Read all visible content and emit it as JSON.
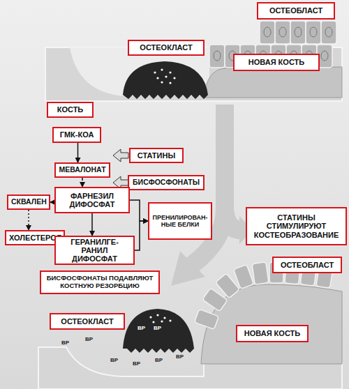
{
  "diagram": {
    "nodes": [
      {
        "text": [
          "ОСТЕОБЛАСТ"
        ]
      },
      {
        "text": [
          "ОСТЕОКЛАСТ"
        ]
      },
      {
        "text": [
          "НОВАЯ КОСТЬ"
        ]
      },
      {
        "text": [
          "КОСТЬ"
        ]
      },
      {
        "text": [
          "ГМК-КОА"
        ]
      },
      {
        "text": [
          "СТАТИНЫ"
        ]
      },
      {
        "text": [
          "МЕВАЛОНАТ"
        ]
      },
      {
        "text": [
          "БИСФОСФОНАТЫ"
        ]
      },
      {
        "text": [
          "ФАРНЕЗИЛ ДИФОСФАТ"
        ]
      },
      {
        "text": [
          "СКВАЛЕН"
        ]
      },
      {
        "text": [
          "ПРЕНИЛИРОВАН- НЫЕ БЕЛКИ"
        ]
      },
      {
        "text": [
          "СТАТИНЫ СТИМУЛИРУЮТ КОСТЕОБРАЗОВАНИЕ"
        ]
      },
      {
        "text": [
          "ХОЛЕСТЕРОЛ"
        ]
      },
      {
        "text": [
          "ГЕРАНИЛГЕ- РАНИЛ ДИФОСФАТ"
        ]
      },
      {
        "text": [
          "ОСТЕОБЛАСТ"
        ]
      },
      {
        "text": [
          "БИСФОСФОНАТЫ ПОДАВЛЯЮТ КОСТНУЮ РЕЗОРБЦИЮ"
        ]
      },
      {
        "text": [
          "ОСТЕОКЛАСТ"
        ]
      },
      {
        "text": [
          "НОВАЯ КОСТЬ"
        ]
      }
    ],
    "edges": [
      {
        "from": 4,
        "to": 6,
        "arrow": "to"
      },
      {
        "from": 6,
        "to": 8,
        "arrow": "to"
      },
      {
        "from": 8,
        "to": 9,
        "arrow": "to"
      },
      {
        "from": 9,
        "to": 12,
        "arrow": "to"
      },
      {
        "from": 8,
        "to": 13,
        "arrow": "to"
      },
      {
        "from": 8,
        "to": 10,
        "arrow": "to"
      },
      {
        "from": 13,
        "to": 10,
        "arrow": "to"
      }
    ],
    "labels": [
      "BP",
      "BP",
      "BP",
      "BP",
      "BP",
      "BP",
      "BP",
      "BP"
    ]
  }
}
